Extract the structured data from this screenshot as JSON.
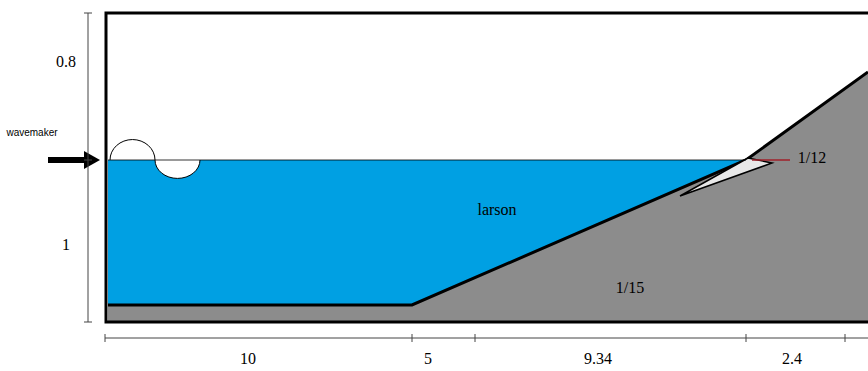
{
  "diagram": {
    "labels": [
      "0.8",
      "wavemaker",
      "1",
      "larson",
      "1/15",
      "1/12",
      "10",
      "5",
      "9.34",
      "2.4"
    ]
  }
}
